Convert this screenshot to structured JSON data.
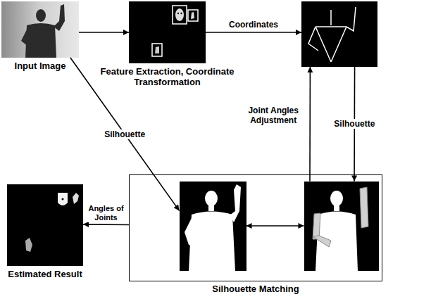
{
  "diagram": {
    "nodes": [
      {
        "text": [
          "Input Image"
        ]
      },
      {
        "text": [
          "Feature Extraction, Coordinate Transformation"
        ]
      },
      {},
      {
        "text": [
          "Estimated Result"
        ]
      },
      {
        "text": [
          "Silhouette Matching"
        ]
      },
      {
        "in": 4
      },
      {
        "in": 4
      }
    ],
    "edges": [
      {
        "from": 0,
        "to": 1,
        "arrow": "to"
      },
      {
        "from": 1,
        "to": 2,
        "label": "Coordinates",
        "arrow": "to"
      },
      {
        "from": 0,
        "to": 5,
        "label": "Silhouette",
        "arrow": "to"
      },
      {
        "from": 2,
        "to": 6,
        "label": "Silhouette",
        "arrow": "to"
      },
      {
        "from": 6,
        "to": 2,
        "label": "Joint Angles Adjustment",
        "arrow": "to"
      },
      {
        "from": 5,
        "to": 6,
        "arrow": "both"
      },
      {
        "from": 4,
        "to": 3,
        "label": "Angles of Joints",
        "arrow": "to"
      }
    ]
  }
}
